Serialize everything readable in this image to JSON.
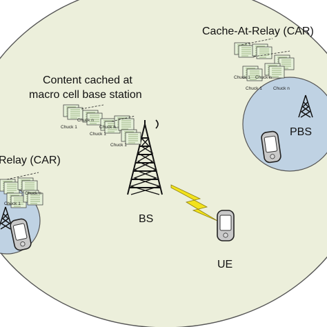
{
  "labels": {
    "car_right": "Cache-At-Relay (CAR)",
    "car_left": "Relay (CAR)",
    "macro_cache_line1": "Content cached at",
    "macro_cache_line2": "macro cell base station",
    "bs": "BS",
    "pbs": "PBS",
    "ue": "UE"
  },
  "chunks": {
    "first": "Chuck 1",
    "nth": "Chuck n"
  },
  "colors": {
    "background_ellipse": "#ecefdb",
    "relay_circle": "#bfd2e3",
    "doc_fill": "#e5f0d8",
    "lightning": "#f2e21c"
  },
  "icons": [
    "tower-icon",
    "small-tower-icon",
    "device-icon",
    "lightning-icon",
    "document-stack-icon"
  ]
}
